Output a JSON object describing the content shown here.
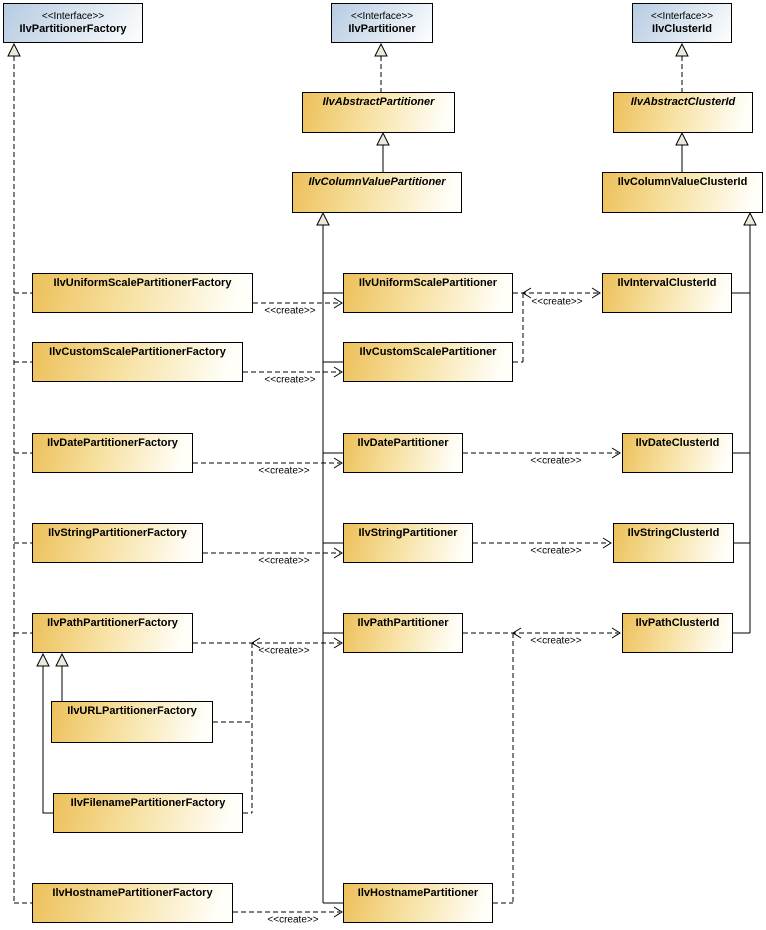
{
  "diagram": {
    "interface_stereotype": "<<Interface>>",
    "create_label": "<<create>>",
    "colors": {
      "interface_fill": "#b6cbe2",
      "class_fill": "#edc05a",
      "border": "#000000",
      "background": "#ffffff"
    },
    "nodes": {
      "partitioner_factory": {
        "name": "IlvPartitionerFactory",
        "kind": "interface"
      },
      "partitioner": {
        "name": "IlvPartitioner",
        "kind": "interface"
      },
      "cluster_id": {
        "name": "IlvClusterId",
        "kind": "interface"
      },
      "abstract_partitioner": {
        "name": "IlvAbstractPartitioner",
        "kind": "abstract-class"
      },
      "abstract_cluster_id": {
        "name": "IlvAbstractClusterId",
        "kind": "abstract-class"
      },
      "column_value_partitioner": {
        "name": "IlvColumnValuePartitioner",
        "kind": "abstract-class"
      },
      "column_value_cluster_id": {
        "name": "IlvColumnValueClusterId",
        "kind": "class"
      },
      "uniform_scale_partitioner_factory": {
        "name": "IlvUniformScalePartitionerFactory",
        "kind": "class"
      },
      "uniform_scale_partitioner": {
        "name": "IlvUniformScalePartitioner",
        "kind": "class"
      },
      "interval_cluster_id": {
        "name": "IlvIntervalClusterId",
        "kind": "class"
      },
      "custom_scale_partitioner_factory": {
        "name": "IlvCustomScalePartitionerFactory",
        "kind": "class"
      },
      "custom_scale_partitioner": {
        "name": "IlvCustomScalePartitioner",
        "kind": "class"
      },
      "date_partitioner_factory": {
        "name": "IlvDatePartitionerFactory",
        "kind": "class"
      },
      "date_partitioner": {
        "name": "IlvDatePartitioner",
        "kind": "class"
      },
      "date_cluster_id": {
        "name": "IlvDateClusterId",
        "kind": "class"
      },
      "string_partitioner_factory": {
        "name": "IlvStringPartitionerFactory",
        "kind": "class"
      },
      "string_partitioner": {
        "name": "IlvStringPartitioner",
        "kind": "class"
      },
      "string_cluster_id": {
        "name": "IlvStringClusterId",
        "kind": "class"
      },
      "path_partitioner_factory": {
        "name": "IlvPathPartitionerFactory",
        "kind": "class"
      },
      "path_partitioner": {
        "name": "IlvPathPartitioner",
        "kind": "class"
      },
      "path_cluster_id": {
        "name": "IlvPathClusterId",
        "kind": "class"
      },
      "url_partitioner_factory": {
        "name": "IlvURLPartitionerFactory",
        "kind": "class"
      },
      "filename_partitioner_factory": {
        "name": "IlvFilenamePartitionerFactory",
        "kind": "class"
      },
      "hostname_partitioner_factory": {
        "name": "IlvHostnamePartitionerFactory",
        "kind": "class"
      },
      "hostname_partitioner": {
        "name": "IlvHostnamePartitioner",
        "kind": "class"
      }
    },
    "relations": [
      {
        "from": "uniform_scale_partitioner_factory",
        "to": "partitioner_factory",
        "type": "realization"
      },
      {
        "from": "custom_scale_partitioner_factory",
        "to": "partitioner_factory",
        "type": "realization"
      },
      {
        "from": "date_partitioner_factory",
        "to": "partitioner_factory",
        "type": "realization"
      },
      {
        "from": "string_partitioner_factory",
        "to": "partitioner_factory",
        "type": "realization"
      },
      {
        "from": "path_partitioner_factory",
        "to": "partitioner_factory",
        "type": "realization"
      },
      {
        "from": "hostname_partitioner_factory",
        "to": "partitioner_factory",
        "type": "realization"
      },
      {
        "from": "url_partitioner_factory",
        "to": "path_partitioner_factory",
        "type": "generalization"
      },
      {
        "from": "filename_partitioner_factory",
        "to": "path_partitioner_factory",
        "type": "generalization"
      },
      {
        "from": "abstract_partitioner",
        "to": "partitioner",
        "type": "realization"
      },
      {
        "from": "column_value_partitioner",
        "to": "abstract_partitioner",
        "type": "generalization"
      },
      {
        "from": "uniform_scale_partitioner",
        "to": "column_value_partitioner",
        "type": "generalization"
      },
      {
        "from": "custom_scale_partitioner",
        "to": "column_value_partitioner",
        "type": "generalization"
      },
      {
        "from": "date_partitioner",
        "to": "column_value_partitioner",
        "type": "generalization"
      },
      {
        "from": "string_partitioner",
        "to": "column_value_partitioner",
        "type": "generalization"
      },
      {
        "from": "path_partitioner",
        "to": "column_value_partitioner",
        "type": "generalization"
      },
      {
        "from": "hostname_partitioner",
        "to": "column_value_partitioner",
        "type": "generalization"
      },
      {
        "from": "abstract_cluster_id",
        "to": "cluster_id",
        "type": "realization"
      },
      {
        "from": "column_value_cluster_id",
        "to": "abstract_cluster_id",
        "type": "generalization"
      },
      {
        "from": "interval_cluster_id",
        "to": "column_value_cluster_id",
        "type": "generalization"
      },
      {
        "from": "date_cluster_id",
        "to": "column_value_cluster_id",
        "type": "generalization"
      },
      {
        "from": "string_cluster_id",
        "to": "column_value_cluster_id",
        "type": "generalization"
      },
      {
        "from": "path_cluster_id",
        "to": "column_value_cluster_id",
        "type": "generalization"
      },
      {
        "from": "uniform_scale_partitioner_factory",
        "to": "uniform_scale_partitioner",
        "type": "create"
      },
      {
        "from": "custom_scale_partitioner_factory",
        "to": "custom_scale_partitioner",
        "type": "create"
      },
      {
        "from": "date_partitioner_factory",
        "to": "date_partitioner",
        "type": "create"
      },
      {
        "from": "string_partitioner_factory",
        "to": "string_partitioner",
        "type": "create"
      },
      {
        "from": "path_partitioner_factory",
        "to": "path_partitioner",
        "type": "create"
      },
      {
        "from": "url_partitioner_factory",
        "to": "path_partitioner",
        "type": "create"
      },
      {
        "from": "filename_partitioner_factory",
        "to": "path_partitioner",
        "type": "create"
      },
      {
        "from": "hostname_partitioner_factory",
        "to": "hostname_partitioner",
        "type": "create"
      },
      {
        "from": "uniform_scale_partitioner",
        "to": "interval_cluster_id",
        "type": "create"
      },
      {
        "from": "custom_scale_partitioner",
        "to": "interval_cluster_id",
        "type": "create"
      },
      {
        "from": "date_partitioner",
        "to": "date_cluster_id",
        "type": "create"
      },
      {
        "from": "string_partitioner",
        "to": "string_cluster_id",
        "type": "create"
      },
      {
        "from": "path_partitioner",
        "to": "path_cluster_id",
        "type": "create"
      },
      {
        "from": "hostname_partitioner",
        "to": "path_cluster_id",
        "type": "create"
      }
    ]
  }
}
